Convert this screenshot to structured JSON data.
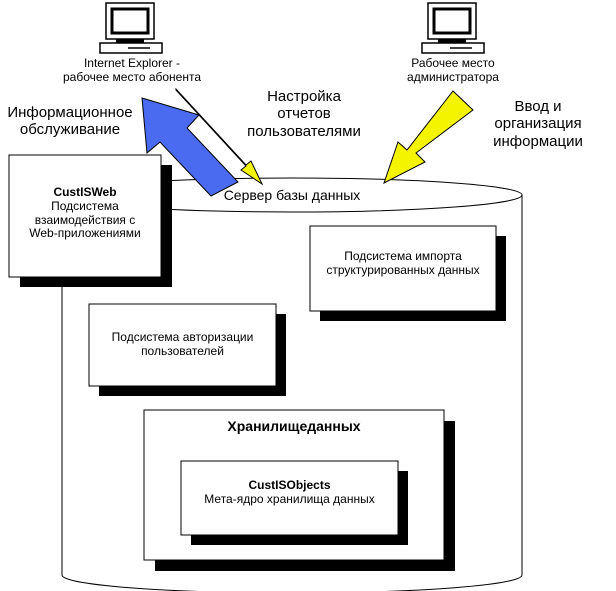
{
  "workstations": {
    "subscriber": {
      "line1": "Internet   Explorer -",
      "line2": "рабочее  место  абонента"
    },
    "admin": {
      "line1": "Рабочее   место",
      "line2": "администратора"
    }
  },
  "flows": {
    "info_service": {
      "line1": "Информационное",
      "line2": "обслуживание"
    },
    "report_setup": {
      "line1": "Настройка",
      "line2": "отчетов",
      "line3": "пользователями"
    },
    "input": {
      "line1": "Ввод    и",
      "line2": "организация",
      "line3": "информации"
    }
  },
  "server": {
    "title": "Сервер   базы   данных"
  },
  "subsystems": {
    "web": {
      "name": "CustISWeb",
      "line1": "Подсистема",
      "line2": "взаимодействия  с",
      "line3": "Web-приложениями"
    },
    "import": {
      "line1": "Подсистема    импорта",
      "line2": "структурированных данных"
    },
    "auth": {
      "line1": "Подсистема   авторизации",
      "line2": "пользователей"
    },
    "storage": {
      "title": "Хранилищеданных"
    },
    "objects": {
      "name": "CustISObjects",
      "line1": "Мета-ядро   хранилища   данных"
    }
  },
  "colors": {
    "blue_arrow": "#4a6bef",
    "yellow_arrow": "#f4f400",
    "shadow": "#000000"
  }
}
